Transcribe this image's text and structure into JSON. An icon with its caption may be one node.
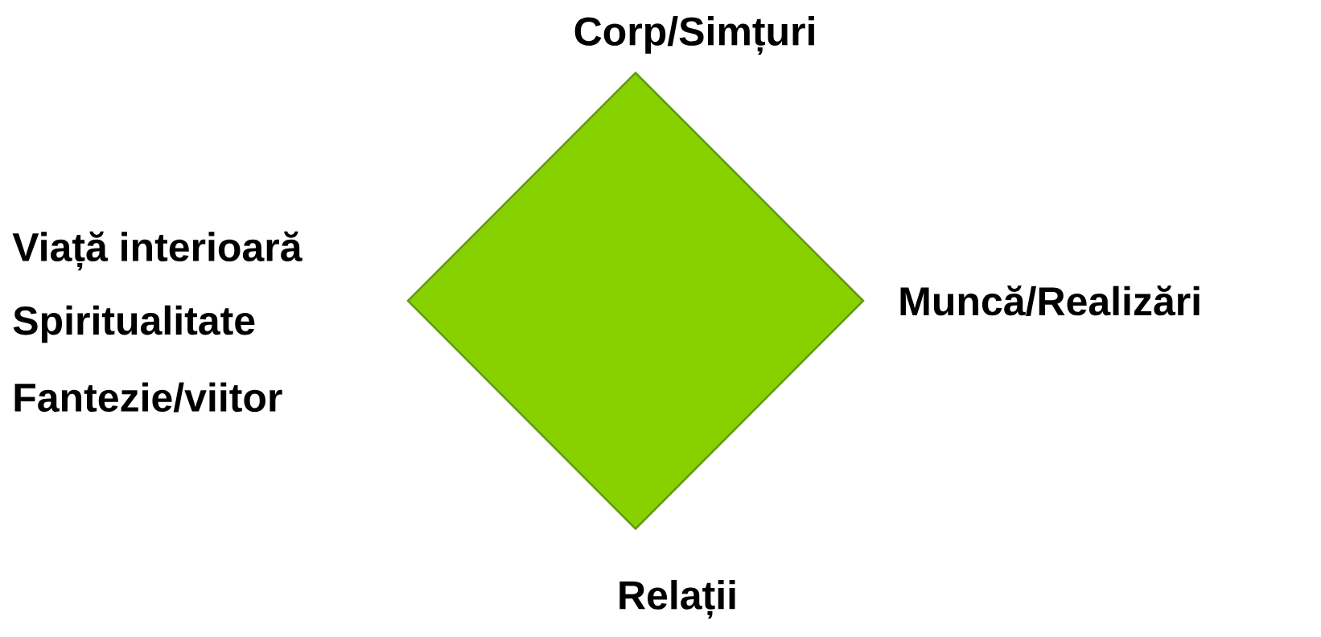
{
  "diagram": {
    "nodes": [
      {
        "text": [],
        "shape": "diamond",
        "beside": [
          "Corp/Simțuri",
          "Viață interioară",
          "Spiritualitate",
          "Fantezie/viitor",
          "Muncă/Realizări",
          "Relații"
        ]
      }
    ]
  }
}
